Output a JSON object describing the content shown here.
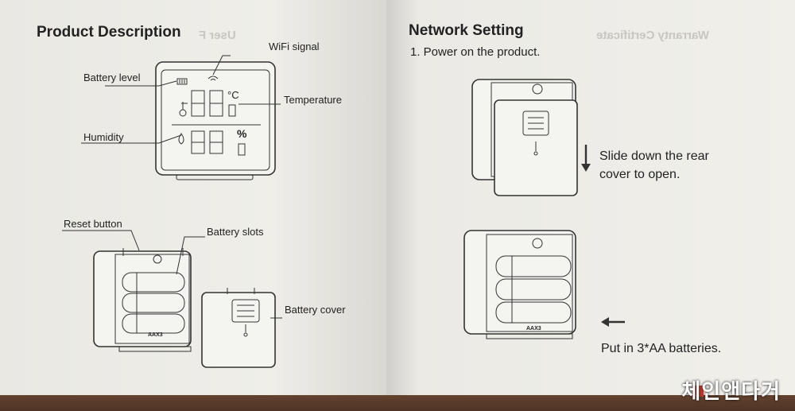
{
  "left_page": {
    "title": "Product Description",
    "labels": {
      "wifi_signal": "WiFi signal",
      "battery_level": "Battery level",
      "temperature": "Temperature",
      "humidity": "Humidity",
      "reset_button": "Reset button",
      "battery_slots": "Battery slots",
      "battery_cover": "Battery cover"
    },
    "display": {
      "temp_unit": "°C",
      "hum_unit": "%",
      "battery_marking": "AAX3"
    }
  },
  "right_page": {
    "title": "Network Setting",
    "step1": "1. Power on the product.",
    "slide_caption_line1": "Slide down the rear",
    "slide_caption_line2": "cover to open.",
    "batteries_caption": "Put in 3*AA batteries.",
    "battery_marking": "AAX3"
  },
  "watermark": {
    "text": "체인앤다거"
  }
}
